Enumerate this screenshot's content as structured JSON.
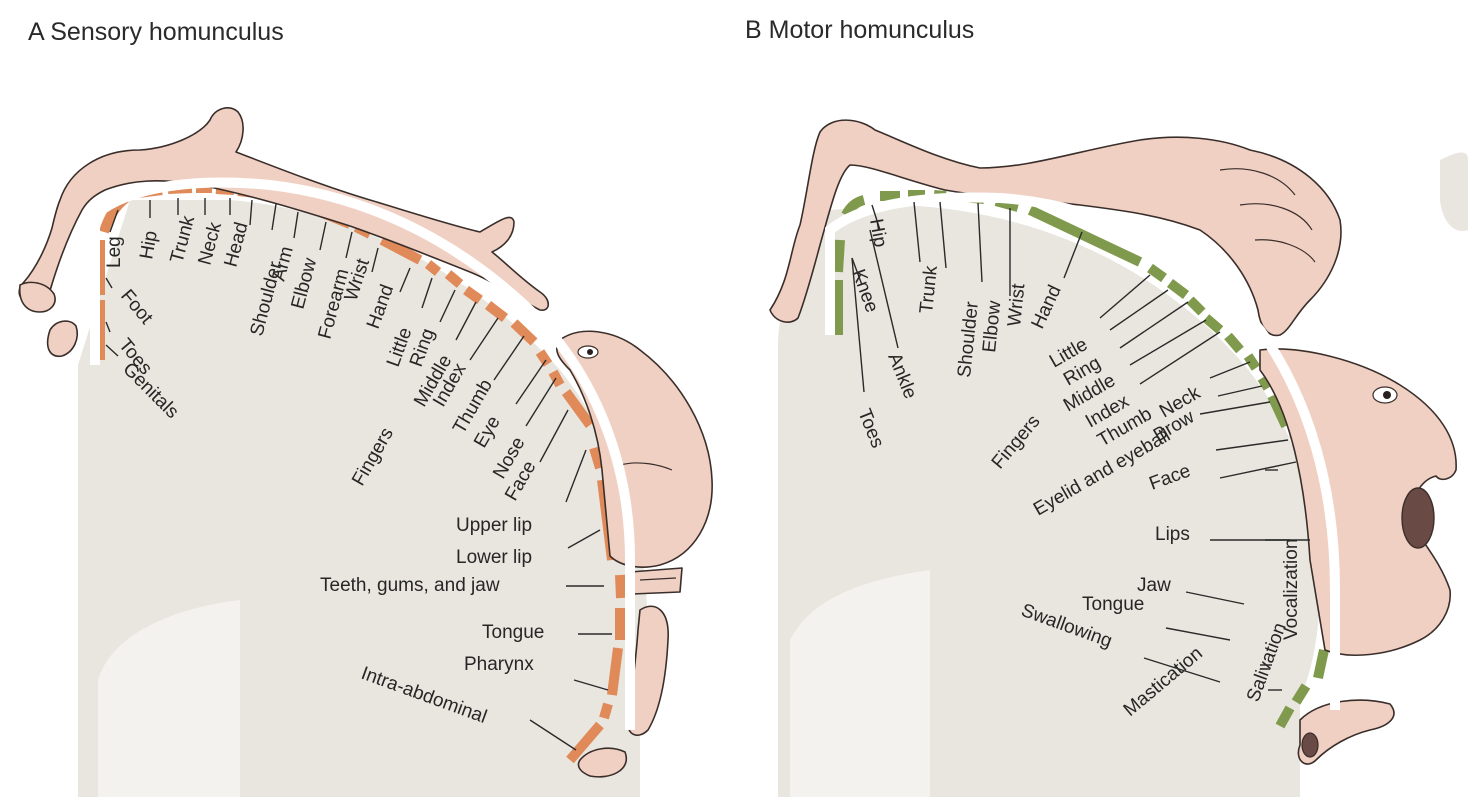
{
  "panels": {
    "sensory": {
      "title": "A  Sensory homunculus",
      "segment_color": "#e08a5a",
      "labels": [
        "Leg",
        "Hip",
        "Trunk",
        "Neck",
        "Head",
        "Shoulder",
        "Arm",
        "Elbow",
        "Forearm",
        "Wrist",
        "Hand",
        "Little",
        "Ring",
        "Middle",
        "Index",
        "Thumb",
        "Eye",
        "Nose",
        "Face",
        "Fingers",
        "Foot",
        "Toes",
        "Genitals",
        "Upper lip",
        "Lower lip",
        "Teeth, gums, and jaw",
        "Tongue",
        "Pharynx",
        "Intra-abdominal"
      ]
    },
    "motor": {
      "title": "B  Motor homunculus",
      "segment_color": "#7f9a4c",
      "labels": [
        "Hip",
        "Knee",
        "Ankle",
        "Toes",
        "Trunk",
        "Shoulder",
        "Elbow",
        "Wrist",
        "Hand",
        "Little",
        "Ring",
        "Middle",
        "Index",
        "Thumb",
        "Neck",
        "Brow",
        "Fingers",
        "Eyelid and eyeball",
        "Face",
        "Lips",
        "Vocalization",
        "Jaw",
        "Tongue",
        "Swallowing",
        "Salivation",
        "Mastication"
      ]
    }
  }
}
